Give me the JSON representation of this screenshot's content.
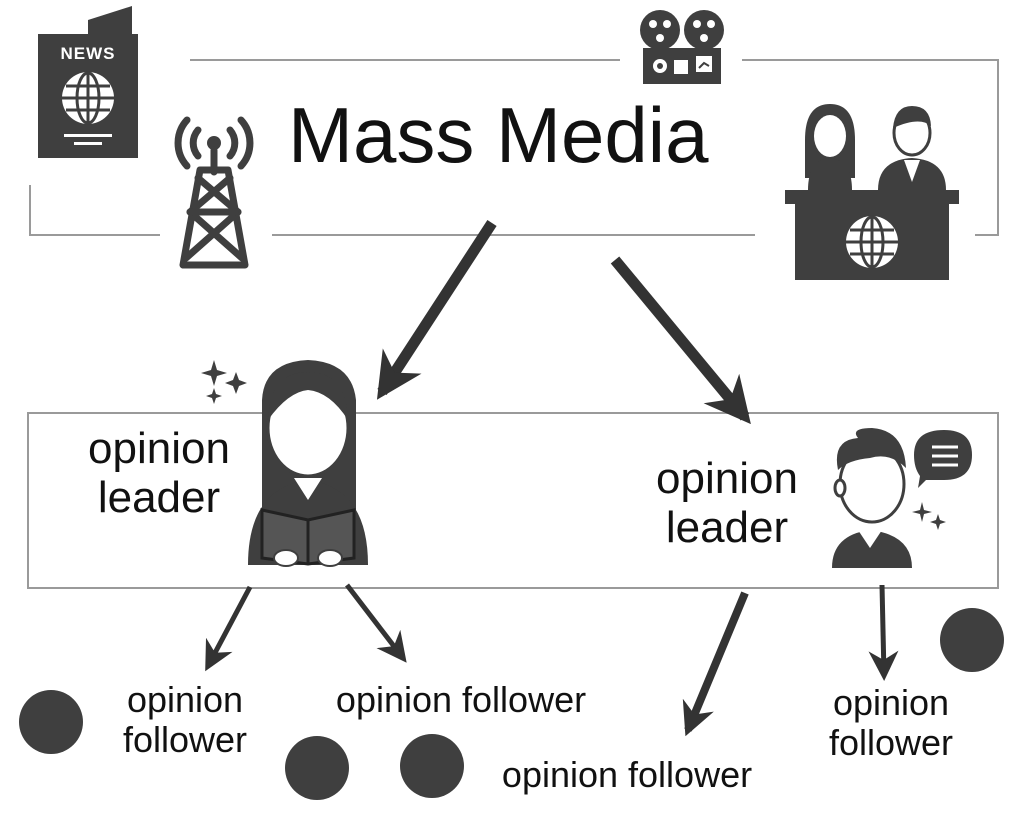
{
  "diagram": {
    "title": "Mass Media",
    "newspaper_label": "NEWS",
    "leaders": [
      {
        "label": "opinion\nleader"
      },
      {
        "label": "opinion\nleader"
      }
    ],
    "followers": [
      {
        "label": "opinion\nfollower"
      },
      {
        "label": "opinion follower"
      },
      {
        "label": "opinion follower"
      },
      {
        "label": "opinion\nfollower"
      }
    ],
    "icons": {
      "newspaper": "newspaper-icon",
      "radio_tower": "radio-tower-icon",
      "tape_recorder": "tape-recorder-icon",
      "news_anchors": "news-anchors-icon",
      "leader_woman": "woman-reading-icon",
      "leader_man": "man-speaking-icon",
      "follower": "person-dot-icon"
    },
    "colors": {
      "icon": "#3f3f3f",
      "frame": "#9a9a9a",
      "arrow": "#333333"
    }
  }
}
